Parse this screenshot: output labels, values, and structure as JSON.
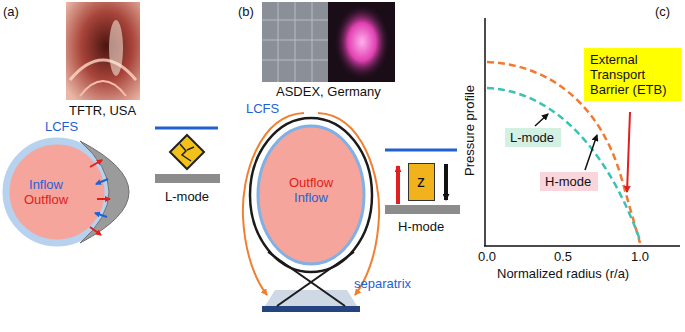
{
  "diagram": {
    "nodes": [
      {
        "text": [
          "Inflow",
          "Outflow"
        ]
      },
      {
        "text": [
          "Outflow",
          "Inflow"
        ]
      },
      {
        "text": [
          "z"
        ]
      },
      {
        "text": [
          "External Transport Barrier (ETB)"
        ]
      },
      {
        "text": [
          "L-mode"
        ]
      },
      {
        "text": [
          "H-mode"
        ]
      }
    ],
    "labels": [
      "(a)",
      "TFTR, USA",
      "LCFS",
      "L-mode",
      "(b)",
      "ASDEX, Germany",
      "LCFS",
      "separatrix",
      "H-mode",
      "(c)",
      "Pressure profile",
      "0.0",
      "0.5",
      "1.0",
      "Normalized radius (r/a)"
    ]
  }
}
